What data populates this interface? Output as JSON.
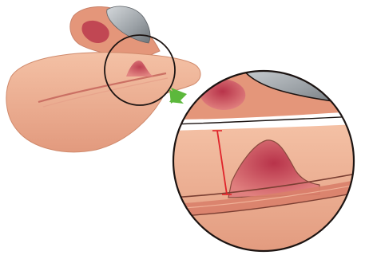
{
  "diagram": {
    "colors": {
      "background": "#ffffff",
      "skin_light": "#f0b597",
      "skin_mid": "#e4967a",
      "skin_dark": "#cf7660",
      "lesion": "#c8485a",
      "lesion_dark": "#9e2a3c",
      "nail_grey": "#8e9499",
      "nail_light": "#c7ccd0",
      "outline": "#2a1c18",
      "measure_line": "#e0232a",
      "arrow_green": "#5cb83c"
    },
    "icons": [
      "magnifier-circle",
      "callout-arrow",
      "measurement-line"
    ]
  }
}
